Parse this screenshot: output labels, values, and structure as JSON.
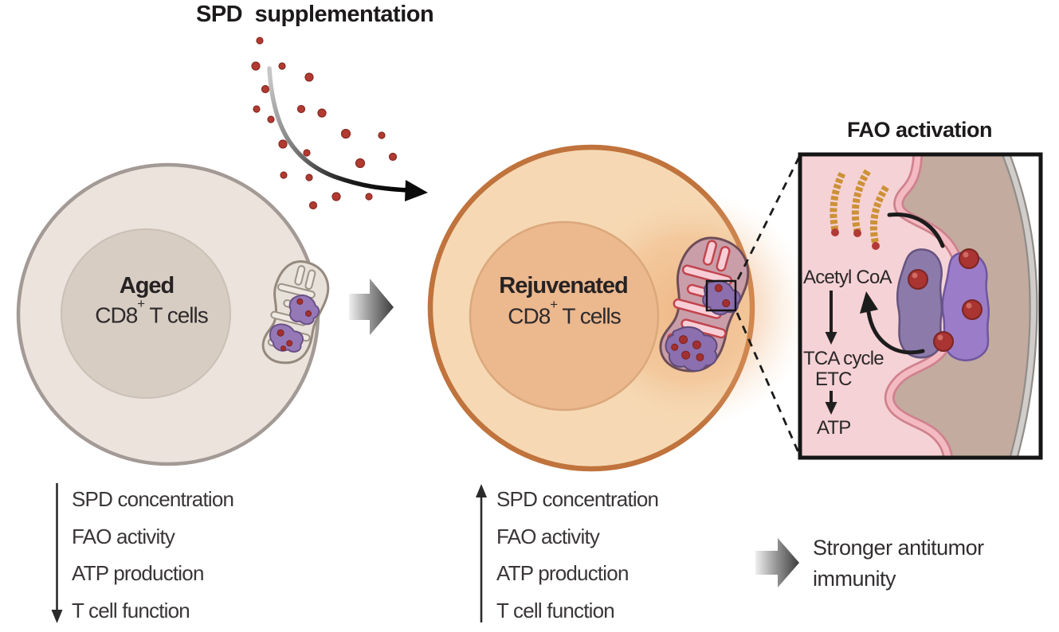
{
  "title": "SPD supplementation",
  "aged_cell": {
    "name": "Aged",
    "type_pre": "CD8",
    "type_sup": "+",
    "type_post": " T cells"
  },
  "rejuvenated_cell": {
    "name": "Rejuvenated",
    "type_pre": "CD8",
    "type_sup": "+",
    "type_post": " T cells"
  },
  "inset": {
    "title": "FAO activation",
    "labels": {
      "acetyl_coa": "Acetyl CoA",
      "tca_cycle": "TCA cycle",
      "etc": "ETC",
      "atp": "ATP"
    }
  },
  "aged_effects": {
    "arrow_direction": "down",
    "items": [
      "SPD concentration",
      "FAO activity",
      "ATP production",
      "T cell function"
    ]
  },
  "rejuvenated_effects": {
    "arrow_direction": "up",
    "items": [
      "SPD concentration",
      "FAO activity",
      "ATP production",
      "T cell function"
    ]
  },
  "outcome": {
    "line1": "Stronger antitumor",
    "line2": "immunity"
  },
  "icons": {
    "spd_molecule": "red-dot",
    "transition_arrow": "gray-gradient-right-arrow",
    "supplement_arrow": "curved-black-arrow",
    "decrease_arrow": "thin-down-arrow",
    "increase_arrow": "thin-up-arrow"
  },
  "palette": {
    "aged_cell_fill": "#ebe3dc",
    "aged_cell_border": "#a39a95",
    "aged_nucleus": "#d7cdc3",
    "rejuvenated_cell_fill": "#f6d9b4",
    "rejuvenated_cell_border": "#c0733c",
    "rejuvenated_nucleus": "#ecb88e",
    "spd_dot": "#b23a31",
    "inset_background": "#f5d2d5",
    "inset_matrix": "#c3ab9f",
    "membrane_outline": "#cf828e",
    "membrane_fill": "#f3bac1",
    "protein_left": "#8c7aab",
    "protein_right": "#9b7cc8",
    "fatty_acid": "#cd9136",
    "text": "#272324"
  }
}
